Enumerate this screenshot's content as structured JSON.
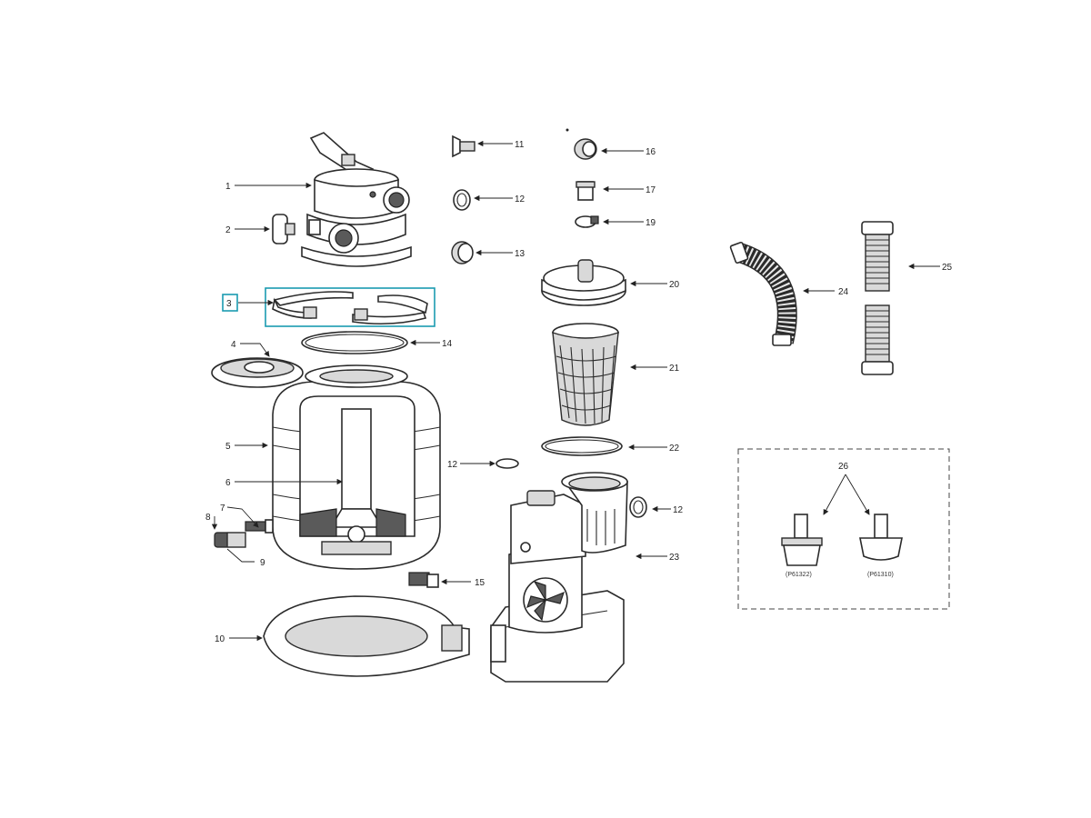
{
  "highlight_color": "#1a9bb0",
  "callouts": [
    {
      "id": "1",
      "text": "1"
    },
    {
      "id": "2",
      "text": "2"
    },
    {
      "id": "3",
      "text": "3"
    },
    {
      "id": "4",
      "text": "4"
    },
    {
      "id": "5",
      "text": "5"
    },
    {
      "id": "6",
      "text": "6"
    },
    {
      "id": "7",
      "text": "7"
    },
    {
      "id": "8",
      "text": "8"
    },
    {
      "id": "9",
      "text": "9"
    },
    {
      "id": "10",
      "text": "10"
    },
    {
      "id": "11",
      "text": "11"
    },
    {
      "id": "12a",
      "text": "12"
    },
    {
      "id": "13",
      "text": "13"
    },
    {
      "id": "14",
      "text": "14"
    },
    {
      "id": "12b",
      "text": "12"
    },
    {
      "id": "15",
      "text": "15"
    },
    {
      "id": "16",
      "text": "16"
    },
    {
      "id": "17",
      "text": "17"
    },
    {
      "id": "19",
      "text": "19"
    },
    {
      "id": "20",
      "text": "20"
    },
    {
      "id": "21",
      "text": "21"
    },
    {
      "id": "22",
      "text": "22"
    },
    {
      "id": "12c",
      "text": "12"
    },
    {
      "id": "23",
      "text": "23"
    },
    {
      "id": "24",
      "text": "24"
    },
    {
      "id": "25",
      "text": "25"
    },
    {
      "id": "26",
      "text": "26"
    }
  ],
  "part_codes": {
    "left": "(P61322)",
    "right": "(P61310)"
  }
}
